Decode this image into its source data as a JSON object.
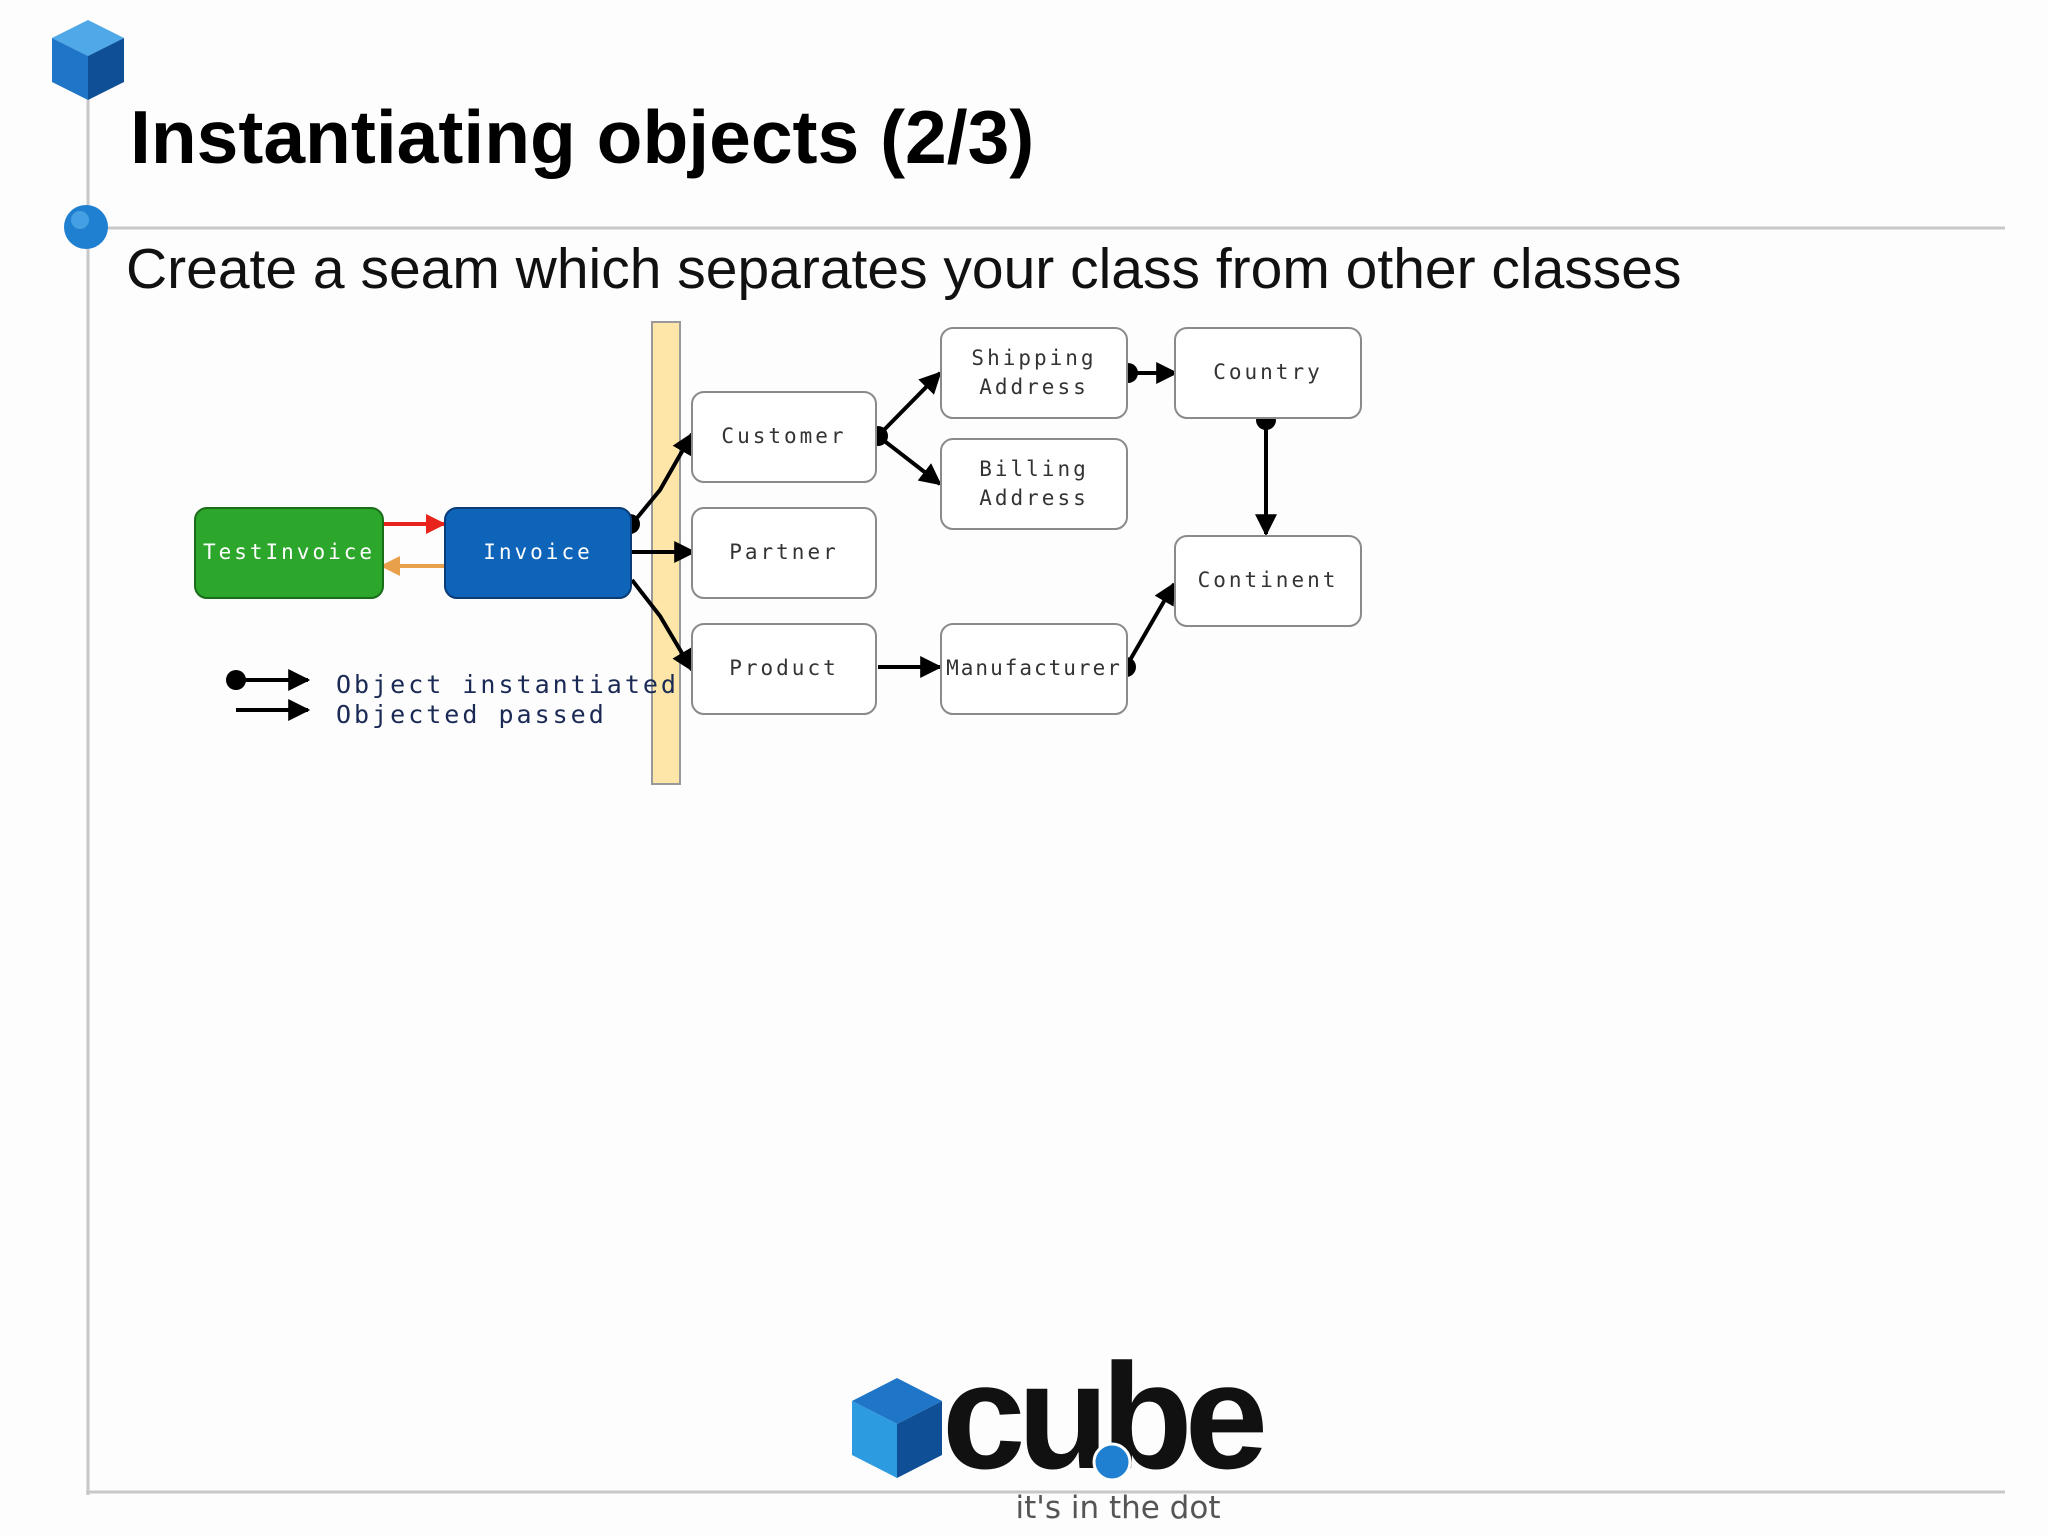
{
  "slide": {
    "title": "Instantiating objects (2/3)",
    "subtitle": "Create a seam which separates your class from other classes"
  },
  "colors": {
    "accent_blue": "#1f76c8",
    "test_green": "#2ca72c",
    "invoice_blue": "#0d64b8",
    "seam_fill": "#fde6a7",
    "arrow_red": "#e8231c",
    "arrow_orange": "#e8a04a"
  },
  "diagram": {
    "nodes": {
      "testinvoice": "TestInvoice",
      "invoice": "Invoice",
      "customer": "Customer",
      "partner": "Partner",
      "product": "Product",
      "shipping_address_1": "Shipping",
      "shipping_address_2": "Address",
      "billing_address_1": "Billing",
      "billing_address_2": "Address",
      "country": "Country",
      "continent": "Continent",
      "manufacturer": "Manufacturer"
    },
    "legend": {
      "instantiated": "Object instantiated",
      "passed": "Objected passed"
    }
  },
  "logo": {
    "wordmark": "cube",
    "tagline": "it's in the dot"
  }
}
